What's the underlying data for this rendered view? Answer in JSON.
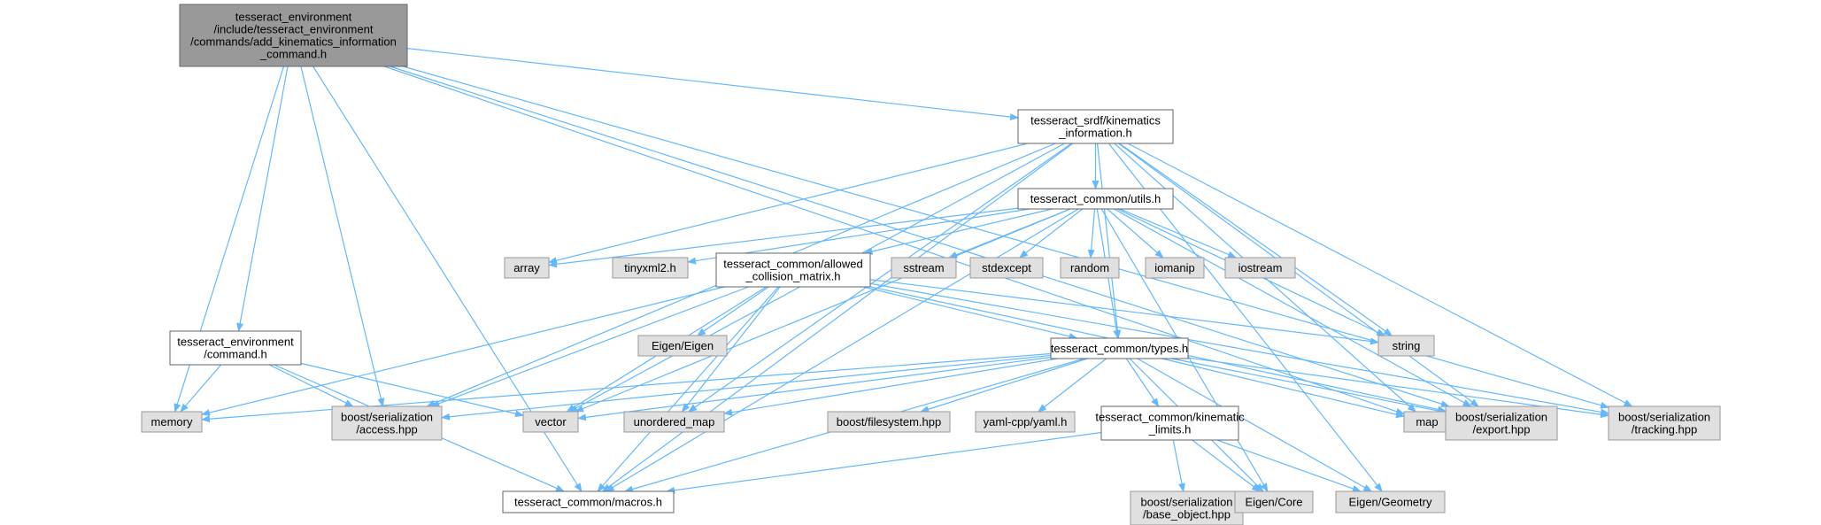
{
  "colors": {
    "edge": "#63b8ff",
    "root_fill": "#999999",
    "root_border": "#666666",
    "internal_fill": "#ffffff",
    "internal_border": "#666666",
    "external_fill": "#e0e0e0",
    "external_border": "#999999"
  },
  "nodes": [
    {
      "id": "root",
      "kind": "root",
      "lines": [
        "tesseract_environment",
        "/include/tesseract_environment",
        "/commands/add_kinematics_information",
        "_command.h"
      ]
    },
    {
      "id": "srdf_kin",
      "kind": "internal",
      "lines": [
        "tesseract_srdf/kinematics",
        "_information.h"
      ]
    },
    {
      "id": "utils",
      "kind": "internal",
      "lines": [
        "tesseract_common/utils.h"
      ]
    },
    {
      "id": "acm",
      "kind": "internal",
      "lines": [
        "tesseract_common/allowed",
        "_collision_matrix.h"
      ]
    },
    {
      "id": "env_cmd",
      "kind": "internal",
      "lines": [
        "tesseract_environment",
        "/command.h"
      ]
    },
    {
      "id": "types",
      "kind": "internal",
      "lines": [
        "tesseract_common/types.h"
      ]
    },
    {
      "id": "kin_limits",
      "kind": "internal",
      "lines": [
        "tesseract_common/kinematic",
        "_limits.h"
      ]
    },
    {
      "id": "macros",
      "kind": "internal",
      "lines": [
        "tesseract_common/macros.h"
      ]
    },
    {
      "id": "array",
      "kind": "external",
      "lines": [
        "array"
      ]
    },
    {
      "id": "tinyxml2",
      "kind": "external",
      "lines": [
        "tinyxml2.h"
      ]
    },
    {
      "id": "sstream",
      "kind": "external",
      "lines": [
        "sstream"
      ]
    },
    {
      "id": "stdexcept",
      "kind": "external",
      "lines": [
        "stdexcept"
      ]
    },
    {
      "id": "random",
      "kind": "external",
      "lines": [
        "random"
      ]
    },
    {
      "id": "iomanip",
      "kind": "external",
      "lines": [
        "iomanip"
      ]
    },
    {
      "id": "iostream",
      "kind": "external",
      "lines": [
        "iostream"
      ]
    },
    {
      "id": "eigen",
      "kind": "external",
      "lines": [
        "Eigen/Eigen"
      ]
    },
    {
      "id": "string",
      "kind": "external",
      "lines": [
        "string"
      ]
    },
    {
      "id": "memory",
      "kind": "external",
      "lines": [
        "memory"
      ]
    },
    {
      "id": "access",
      "kind": "external",
      "lines": [
        "boost/serialization",
        "/access.hpp"
      ]
    },
    {
      "id": "vector",
      "kind": "external",
      "lines": [
        "vector"
      ]
    },
    {
      "id": "unordered_map",
      "kind": "external",
      "lines": [
        "unordered_map"
      ]
    },
    {
      "id": "filesystem",
      "kind": "external",
      "lines": [
        "boost/filesystem.hpp"
      ]
    },
    {
      "id": "yaml",
      "kind": "external",
      "lines": [
        "yaml-cpp/yaml.h"
      ]
    },
    {
      "id": "map",
      "kind": "external",
      "lines": [
        "map"
      ]
    },
    {
      "id": "export",
      "kind": "external",
      "lines": [
        "boost/serialization",
        "/export.hpp"
      ]
    },
    {
      "id": "tracking",
      "kind": "external",
      "lines": [
        "boost/serialization",
        "/tracking.hpp"
      ]
    },
    {
      "id": "base_object",
      "kind": "external",
      "lines": [
        "boost/serialization",
        "/base_object.hpp"
      ]
    },
    {
      "id": "eigen_core",
      "kind": "external",
      "lines": [
        "Eigen/Core"
      ]
    },
    {
      "id": "eigen_geometry",
      "kind": "external",
      "lines": [
        "Eigen/Geometry"
      ]
    }
  ],
  "edges": [
    [
      "root",
      "srdf_kin"
    ],
    [
      "root",
      "env_cmd"
    ],
    [
      "root",
      "memory"
    ],
    [
      "root",
      "macros"
    ],
    [
      "root",
      "access"
    ],
    [
      "root",
      "map"
    ],
    [
      "root",
      "export"
    ],
    [
      "root",
      "tracking"
    ],
    [
      "srdf_kin",
      "utils"
    ],
    [
      "srdf_kin",
      "array"
    ],
    [
      "srdf_kin",
      "vector"
    ],
    [
      "srdf_kin",
      "unordered_map"
    ],
    [
      "srdf_kin",
      "access"
    ],
    [
      "srdf_kin",
      "macros"
    ],
    [
      "srdf_kin",
      "types"
    ],
    [
      "srdf_kin",
      "string"
    ],
    [
      "srdf_kin",
      "map"
    ],
    [
      "srdf_kin",
      "export"
    ],
    [
      "srdf_kin",
      "tracking"
    ],
    [
      "srdf_kin",
      "eigen_geometry"
    ],
    [
      "utils",
      "array"
    ],
    [
      "utils",
      "tinyxml2"
    ],
    [
      "utils",
      "acm"
    ],
    [
      "utils",
      "sstream"
    ],
    [
      "utils",
      "stdexcept"
    ],
    [
      "utils",
      "random"
    ],
    [
      "utils",
      "iomanip"
    ],
    [
      "utils",
      "iostream"
    ],
    [
      "utils",
      "vector"
    ],
    [
      "utils",
      "types"
    ],
    [
      "utils",
      "string"
    ],
    [
      "utils",
      "macros"
    ],
    [
      "utils",
      "export"
    ],
    [
      "utils",
      "eigen_core"
    ],
    [
      "acm",
      "eigen"
    ],
    [
      "acm",
      "memory"
    ],
    [
      "acm",
      "access"
    ],
    [
      "acm",
      "vector"
    ],
    [
      "acm",
      "unordered_map"
    ],
    [
      "acm",
      "macros"
    ],
    [
      "acm",
      "types"
    ],
    [
      "acm",
      "string"
    ],
    [
      "acm",
      "export"
    ],
    [
      "acm",
      "tracking"
    ],
    [
      "env_cmd",
      "memory"
    ],
    [
      "env_cmd",
      "access"
    ],
    [
      "env_cmd",
      "vector"
    ],
    [
      "env_cmd",
      "macros"
    ],
    [
      "types",
      "memory"
    ],
    [
      "types",
      "access"
    ],
    [
      "types",
      "vector"
    ],
    [
      "types",
      "unordered_map"
    ],
    [
      "types",
      "filesystem"
    ],
    [
      "types",
      "yaml"
    ],
    [
      "types",
      "kin_limits"
    ],
    [
      "types",
      "map"
    ],
    [
      "types",
      "export"
    ],
    [
      "types",
      "tracking"
    ],
    [
      "types",
      "eigen_core"
    ],
    [
      "types",
      "eigen_geometry"
    ],
    [
      "types",
      "macros"
    ],
    [
      "kin_limits",
      "macros"
    ],
    [
      "kin_limits",
      "base_object"
    ],
    [
      "kin_limits",
      "eigen_core"
    ],
    [
      "kin_limits",
      "eigen_geometry"
    ]
  ]
}
